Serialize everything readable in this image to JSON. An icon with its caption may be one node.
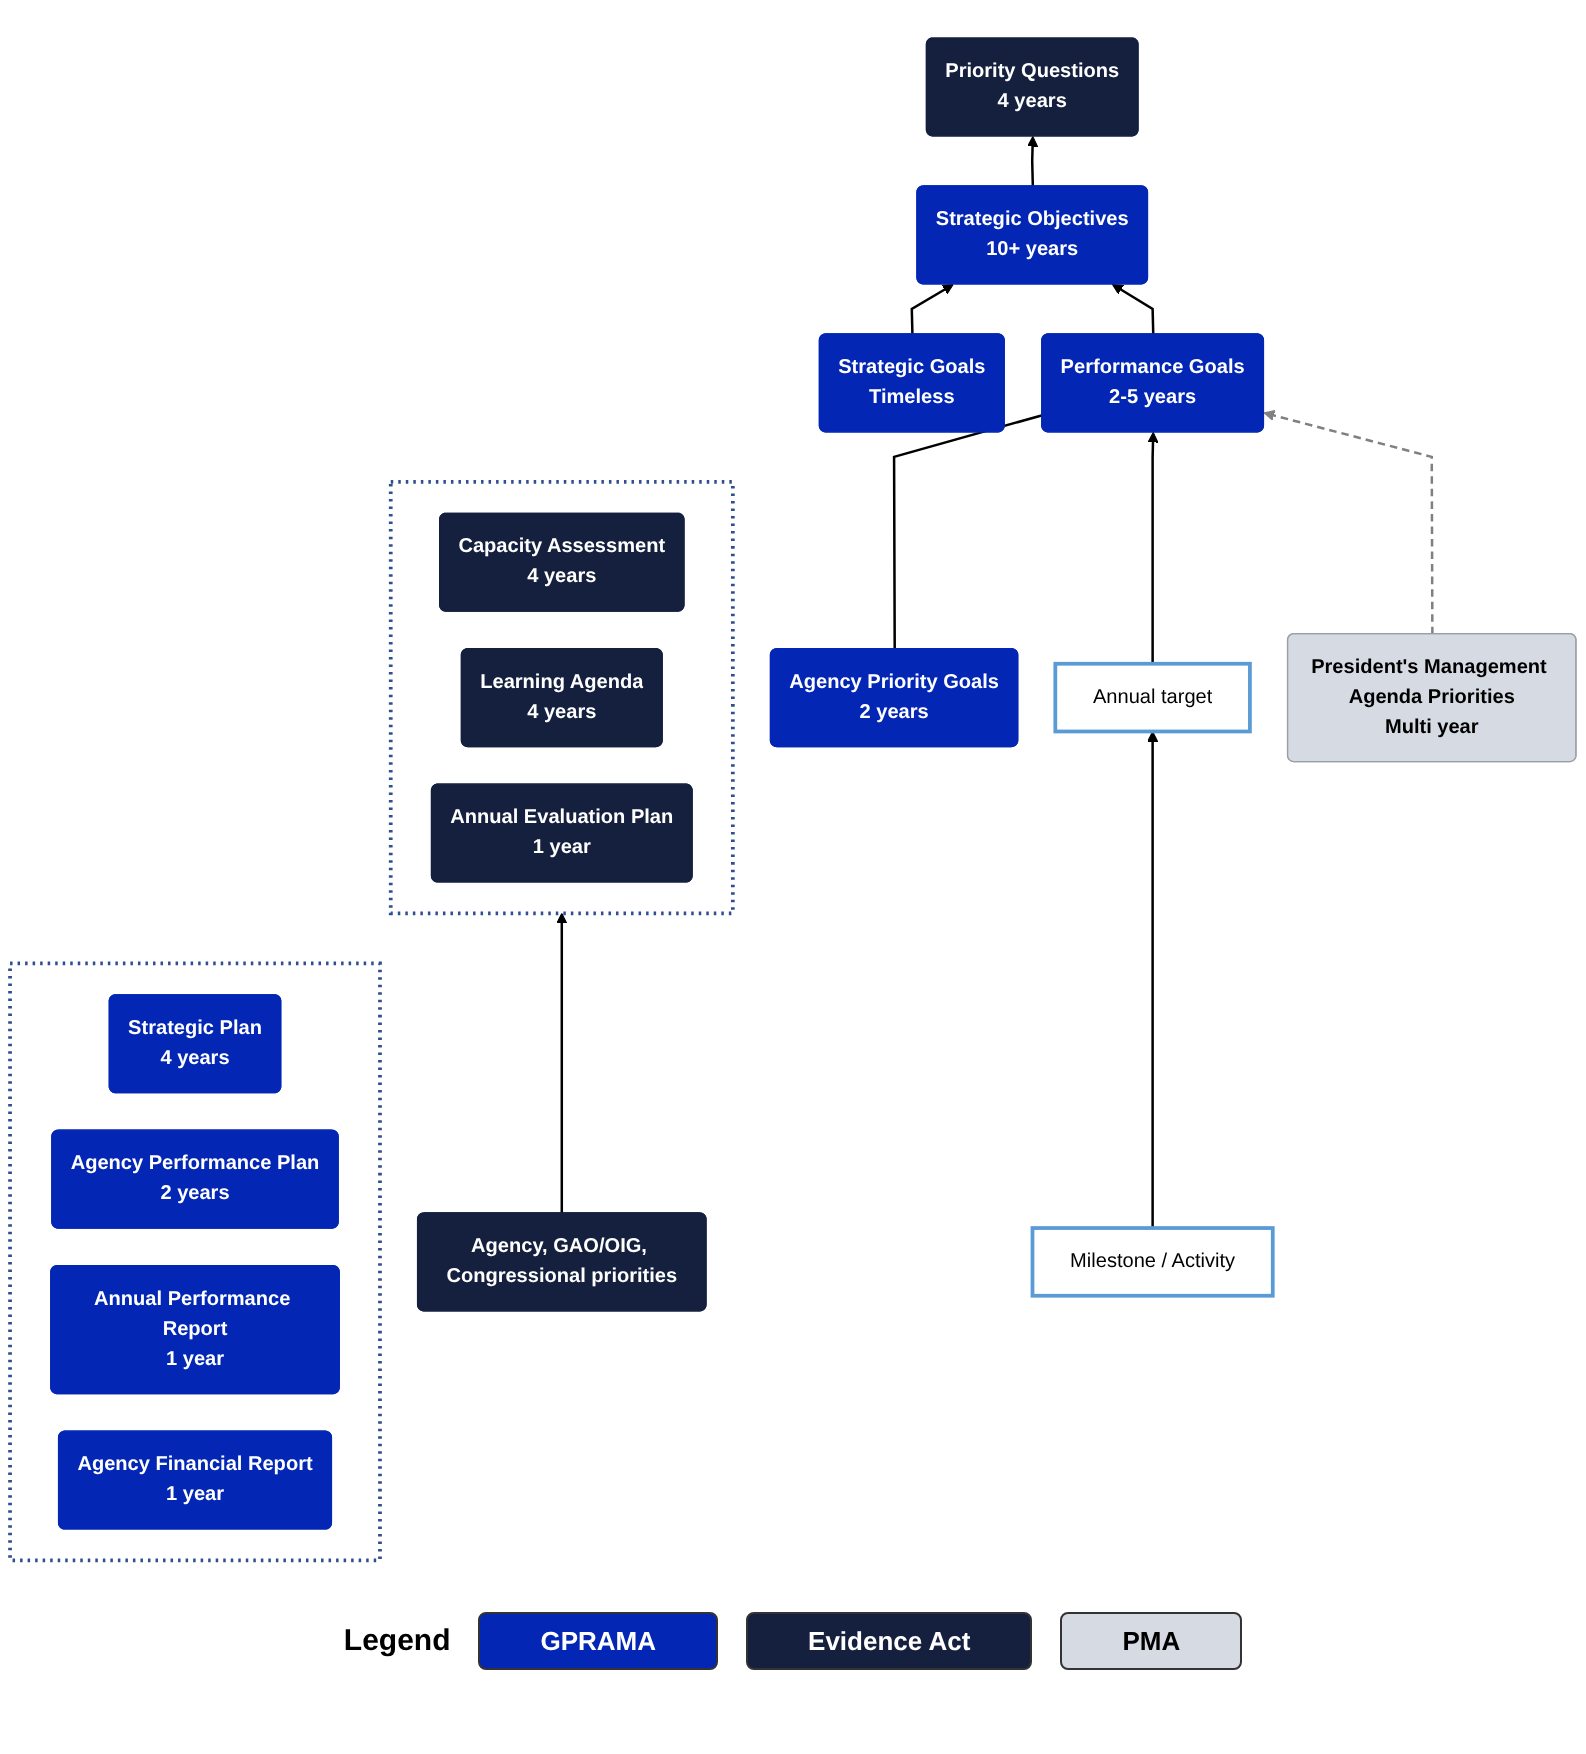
{
  "diagram": {
    "nodes": [
      {
        "text": [
          "Strategic Goals",
          "Timeless"
        ]
      },
      {
        "text": [
          "Strategic Objectives",
          "10+ years"
        ]
      },
      {
        "text": [
          "Priority Questions",
          "4 years"
        ]
      },
      {
        "text": [
          "Agency Priority Goals",
          "2 years"
        ]
      },
      {
        "text": [
          "Performance Goals",
          "2-5 years"
        ]
      },
      {
        "text": [
          "Annual target"
        ]
      },
      {
        "text": [
          "Milestone / Activity"
        ]
      },
      {
        "text": [
          "President's Management Agenda Priorities",
          "Multi year"
        ]
      },
      {
        "text": [],
        "shape": "box"
      },
      {
        "text": [
          "Strategic Plan",
          "4 years"
        ],
        "in": 8
      },
      {
        "text": [
          "Agency Performance Plan",
          "2 years"
        ],
        "in": 8
      },
      {
        "text": [
          "Annual Performance Report",
          "1 year"
        ],
        "in": 8
      },
      {
        "text": [
          "Agency Financial Report",
          "1 year"
        ],
        "in": 8
      },
      {
        "text": [],
        "shape": "box"
      },
      {
        "text": [
          "Capacity Assessment",
          "4 years"
        ],
        "in": 13
      },
      {
        "text": [
          "Learning Agenda",
          "4 years"
        ],
        "in": 13
      },
      {
        "text": [
          "Annual Evaluation Plan",
          "1 year"
        ],
        "in": 13
      },
      {
        "text": [
          "Agency, GAO/OIG, Congressional priorities"
        ]
      }
    ],
    "edges": [
      {
        "from": 0,
        "to": 1,
        "arrow": "to"
      },
      {
        "from": 1,
        "to": 2,
        "arrow": "to"
      },
      {
        "from": 4,
        "to": 1,
        "arrow": "to"
      },
      {
        "from": 3,
        "to": 4,
        "arrow": "none"
      },
      {
        "from": 5,
        "to": 4,
        "arrow": "to"
      },
      {
        "from": 6,
        "to": 5,
        "arrow": "to"
      },
      {
        "from": 7,
        "to": 4,
        "arrow": "to",
        "style": "dashed",
        "color": "#808080"
      },
      {
        "from": 17,
        "to": 13,
        "arrow": "to"
      }
    ],
    "labels": [
      "Legend"
    ],
    "legend": [
      {
        "text": "GPRAMA",
        "color": "#0327b4"
      },
      {
        "text": "Evidence Act",
        "color": "#15203e"
      },
      {
        "text": "PMA",
        "color": "#d6dbe3"
      }
    ]
  }
}
